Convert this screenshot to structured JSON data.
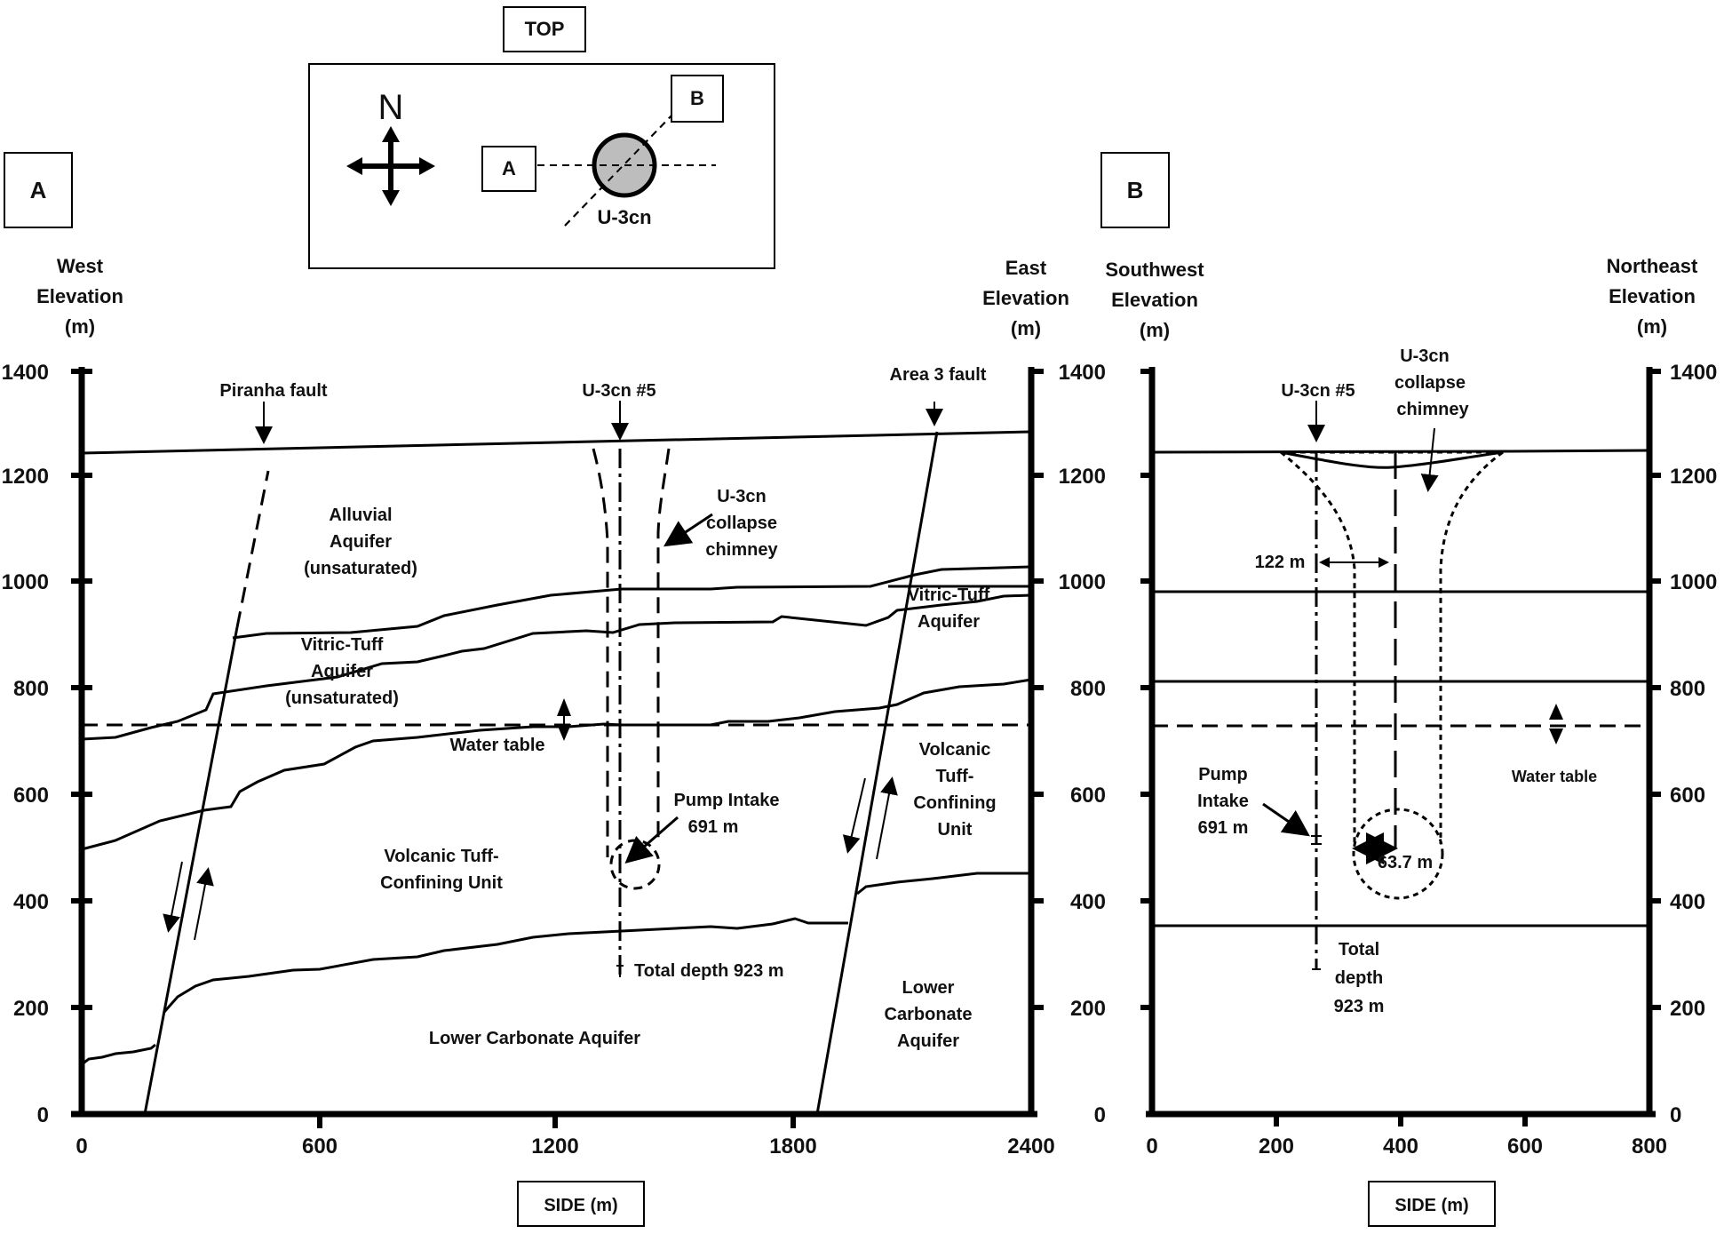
{
  "top_panel": {
    "label": "TOP",
    "north": "N",
    "point_a": "A",
    "point_b": "B",
    "well_name": "U-3cn"
  },
  "panel_a": {
    "letter": "A",
    "left_axis_title": [
      "West",
      "Elevation",
      "(m)"
    ],
    "right_axis_title": [
      "East",
      "Elevation",
      "(m)"
    ],
    "y_ticks": [
      "1400",
      "1200",
      "1000",
      "800",
      "600",
      "400",
      "200",
      "0"
    ],
    "x_ticks": [
      "0",
      "600",
      "1200",
      "1800",
      "2400"
    ],
    "x_axis_label": "SIDE (m)",
    "labels": {
      "piranha_fault": "Piranha fault",
      "well": "U-3cn #5",
      "area3_fault": "Area 3 fault",
      "alluvial": [
        "Alluvial",
        "Aquifer",
        "(unsaturated)"
      ],
      "chimney": [
        "U-3cn",
        "collapse",
        "chimney"
      ],
      "vitric_left": [
        "Vitric-Tuff",
        "Aquifer",
        "(unsaturated)"
      ],
      "vitric_right": [
        "Vitric-Tuff",
        "Aquifer"
      ],
      "water_table": "Water table",
      "volcanic_right": [
        "Volcanic",
        "Tuff-",
        "Confining",
        "Unit"
      ],
      "pump": [
        "Pump Intake",
        "691 m"
      ],
      "volcanic_left": [
        "Volcanic Tuff-",
        "Confining Unit"
      ],
      "total_depth": "Total depth  923 m",
      "lower_carb_left": "Lower Carbonate  Aquifer",
      "lower_carb_right": [
        "Lower",
        "Carbonate",
        "Aquifer"
      ]
    }
  },
  "panel_b": {
    "letter": "B",
    "left_axis_title": [
      "Southwest",
      "Elevation",
      "(m)"
    ],
    "right_axis_title": [
      "Northeast",
      "Elevation",
      "(m)"
    ],
    "y_ticks": [
      "1400",
      "1200",
      "1000",
      "800",
      "600",
      "400",
      "200",
      "0"
    ],
    "x_ticks": [
      "0",
      "200",
      "400",
      "600",
      "800"
    ],
    "x_axis_label": "SIDE (m)",
    "labels": {
      "well": "U-3cn #5",
      "chimney": [
        "U-3cn",
        "collapse",
        "chimney"
      ],
      "dist_122": "122 m",
      "pump": [
        "Pump",
        "Intake",
        "691 m"
      ],
      "cavity": "63.7 m",
      "water_table": "Water table",
      "total_depth": [
        "Total",
        "depth",
        "923 m"
      ]
    }
  }
}
